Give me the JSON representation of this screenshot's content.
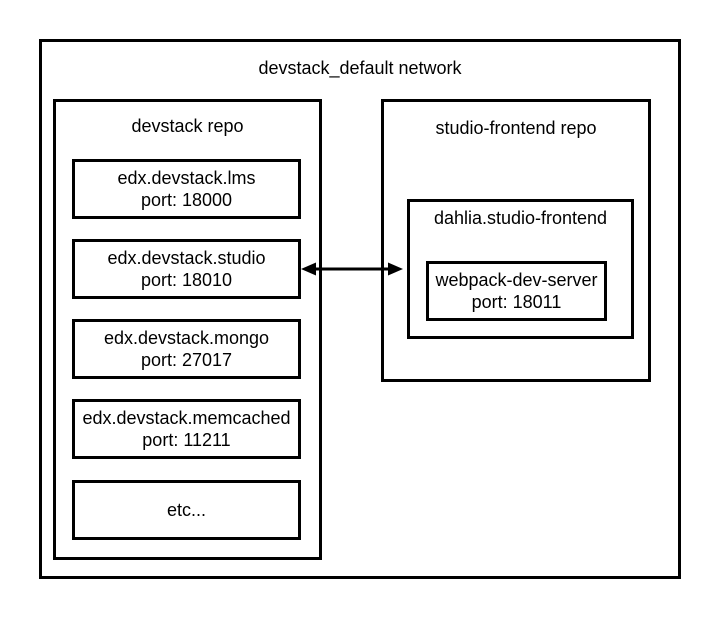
{
  "network": {
    "label": "devstack_default network"
  },
  "devstack_repo": {
    "label": "devstack repo",
    "services": [
      {
        "name": "edx.devstack.lms",
        "port": "port: 18000"
      },
      {
        "name": "edx.devstack.studio",
        "port": "port: 18010"
      },
      {
        "name": "edx.devstack.mongo",
        "port": "port: 27017"
      },
      {
        "name": "edx.devstack.memcached",
        "port": "port: 11211"
      },
      {
        "name": "etc...",
        "port": ""
      }
    ]
  },
  "studio_frontend_repo": {
    "label": "studio-frontend repo",
    "dahlia": {
      "label": "dahlia.studio-frontend",
      "service": {
        "name": "webpack-dev-server",
        "port": "port: 18011"
      }
    }
  },
  "connection": {
    "type": "bidirectional-arrow",
    "from": "edx.devstack.studio",
    "to": "dahlia.studio-frontend"
  },
  "colors": {
    "stroke": "#000000",
    "text": "#000000",
    "background": "#ffffff"
  }
}
